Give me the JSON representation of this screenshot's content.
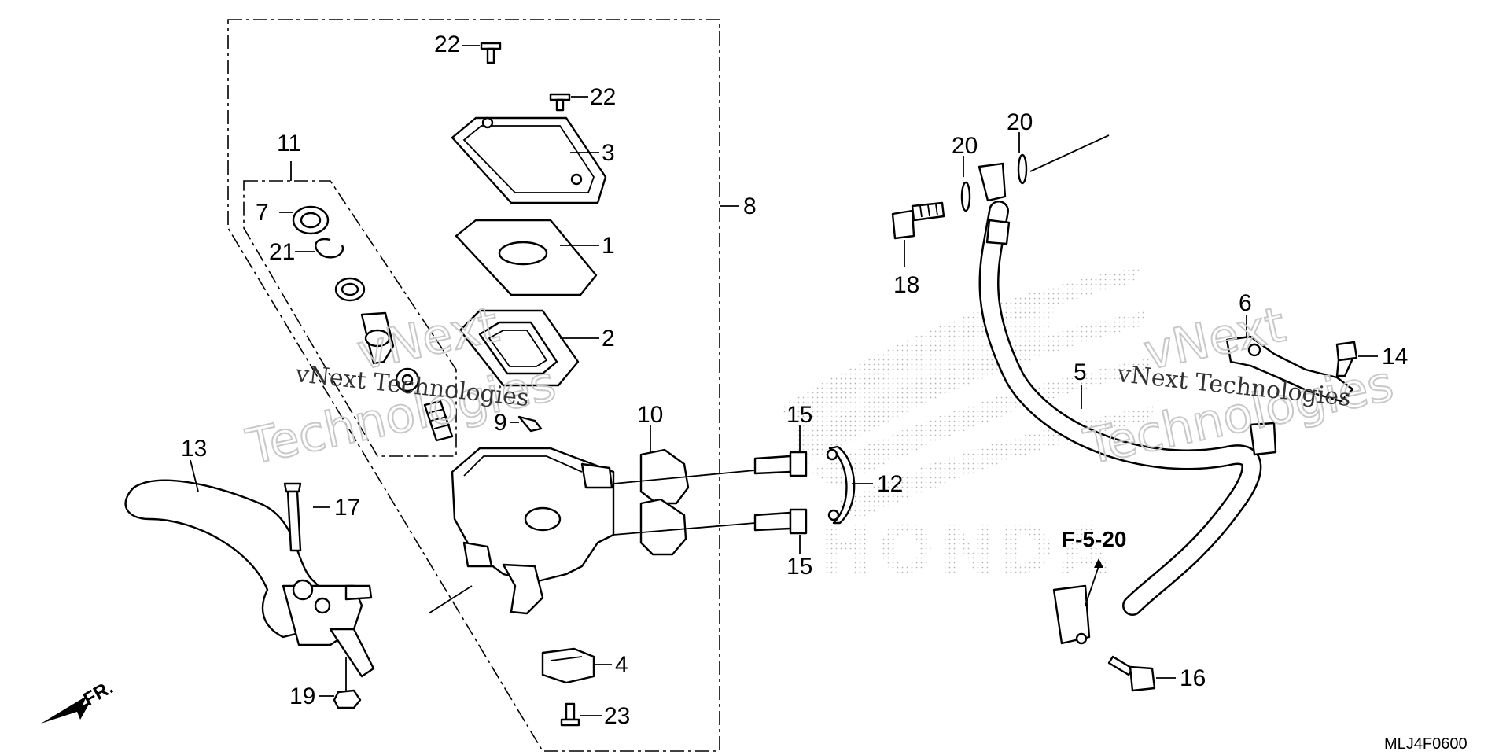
{
  "diagram": {
    "callouts": {
      "c1": "1",
      "c2": "2",
      "c3": "3",
      "c4": "4",
      "c5": "5",
      "c6": "6",
      "c7": "7",
      "c8": "8",
      "c9": "9",
      "c10": "10",
      "c11": "11",
      "c12": "12",
      "c13": "13",
      "c14": "14",
      "c15a": "15",
      "c15b": "15",
      "c16": "16",
      "c17": "17",
      "c18": "18",
      "c19": "19",
      "c20a": "20",
      "c20b": "20",
      "c21": "21",
      "c22a": "22",
      "c22b": "22",
      "c23": "23"
    },
    "reference": "F-5-20",
    "front_marker": "FR.",
    "diagram_code": "MLJ4F0600",
    "watermarks": {
      "left_line": "vNext Technologies",
      "left_big_1": "vNext",
      "left_big_2": "Technologies",
      "right_line": "vNext Technologies",
      "right_big_1": "vNext",
      "right_big_2": "Technologies"
    },
    "background_logo": "HONDA"
  }
}
